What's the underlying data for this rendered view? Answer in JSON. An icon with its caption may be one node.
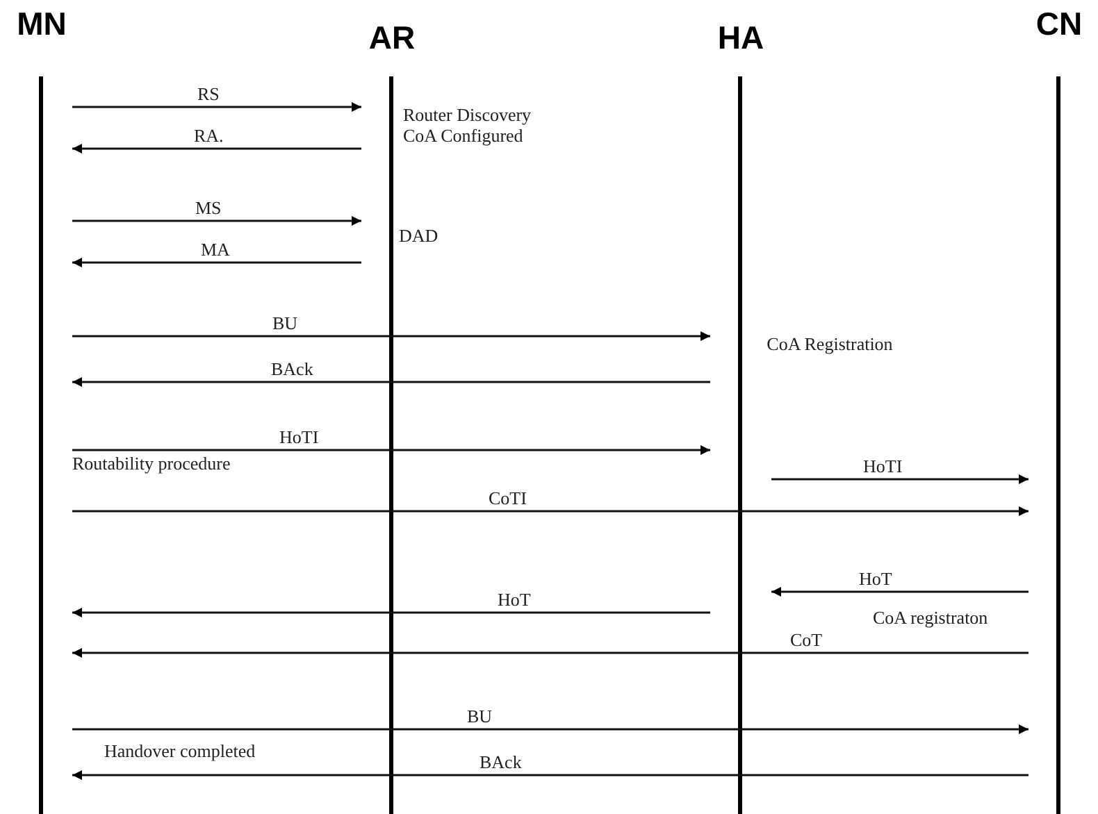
{
  "diagram": {
    "nodes": [
      {
        "text": [
          "MN"
        ]
      },
      {
        "text": [
          "AR"
        ]
      },
      {
        "text": [
          "HA"
        ]
      },
      {
        "text": [
          "CN"
        ]
      }
    ],
    "edges": [
      {
        "from": 0,
        "to": 1,
        "arrow": "to",
        "label": "RS"
      },
      {
        "from": 1,
        "to": 0,
        "arrow": "to",
        "label": "RA."
      },
      {
        "from": 0,
        "to": 1,
        "arrow": "to",
        "label": "MS"
      },
      {
        "from": 1,
        "to": 0,
        "arrow": "to",
        "label": "MA"
      },
      {
        "from": 0,
        "to": 2,
        "arrow": "to",
        "label": "BU"
      },
      {
        "from": 2,
        "to": 0,
        "arrow": "to",
        "label": "BAck"
      },
      {
        "from": 0,
        "to": 2,
        "arrow": "to",
        "label": "HoTI"
      },
      {
        "from": 2,
        "to": 3,
        "arrow": "to",
        "label": "HoTI"
      },
      {
        "from": 0,
        "to": 3,
        "arrow": "to",
        "label": "CoTI"
      },
      {
        "from": 3,
        "to": 2,
        "arrow": "to",
        "label": "HoT"
      },
      {
        "from": 2,
        "to": 0,
        "arrow": "to",
        "label": "HoT"
      },
      {
        "from": 3,
        "to": 0,
        "arrow": "to",
        "label": "CoT"
      },
      {
        "from": 0,
        "to": 3,
        "arrow": "to",
        "label": "BU"
      },
      {
        "from": 3,
        "to": 0,
        "arrow": "to",
        "label": "BAck"
      }
    ],
    "labels": [
      "Router Discovery CoA Configured",
      "DAD",
      "CoA Registration",
      "Routability procedure",
      "CoA registraton",
      "Handover completed"
    ]
  }
}
